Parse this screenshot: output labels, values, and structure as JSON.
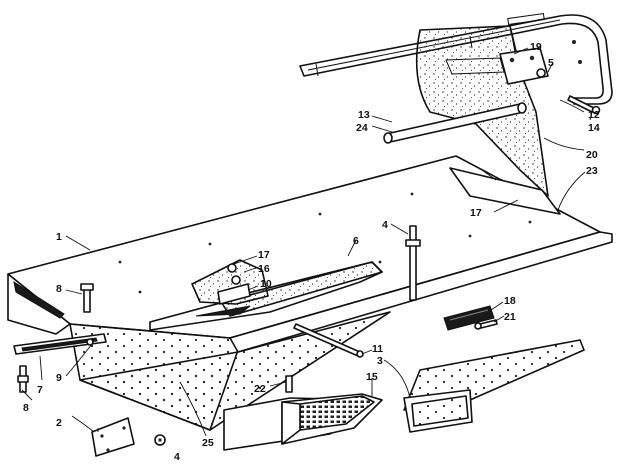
{
  "diagram": {
    "type": "exploded-parts-view",
    "callouts": [
      "1",
      "2",
      "3",
      "4",
      "4",
      "5",
      "6",
      "7",
      "8",
      "8",
      "9",
      "10",
      "11",
      "12",
      "13",
      "14",
      "15",
      "16",
      "17",
      "17",
      "18",
      "19",
      "20",
      "21",
      "22",
      "23",
      "24",
      "25"
    ]
  }
}
